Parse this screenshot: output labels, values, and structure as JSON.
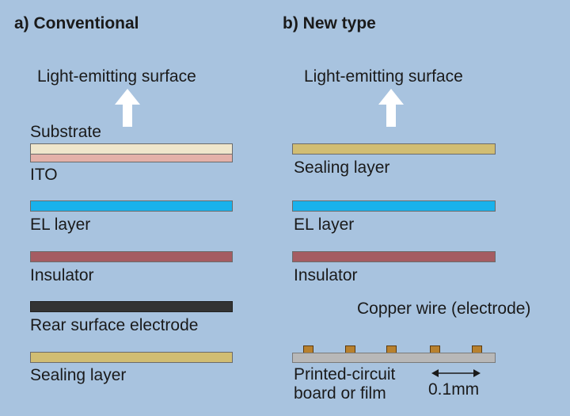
{
  "colors": {
    "background": "#a8c3df",
    "substrate": "#efe6cc",
    "ito": "#e4b1a9",
    "el_layer": "#19b2ec",
    "insulator": "#a55c62",
    "rear_electrode": "#333333",
    "sealing_layer": "#d1bd73",
    "pcb": "#b8b8b8",
    "copper": "#b8812e"
  },
  "conventional": {
    "heading": "a) Conventional",
    "surface_label": "Light-emitting surface",
    "layers": {
      "substrate": "Substrate",
      "ito": "ITO",
      "el_layer": "EL layer",
      "insulator": "Insulator",
      "rear_electrode": "Rear surface electrode",
      "sealing_layer": "Sealing layer"
    }
  },
  "new_type": {
    "heading": "b) New type",
    "surface_label": "Light-emitting surface",
    "layers": {
      "sealing_layer": "Sealing layer",
      "el_layer": "EL layer",
      "insulator": "Insulator",
      "copper_wire": "Copper wire (electrode)",
      "pcb_line1": "Printed-circuit",
      "pcb_line2": "board or film",
      "scale": "0.1mm"
    }
  }
}
